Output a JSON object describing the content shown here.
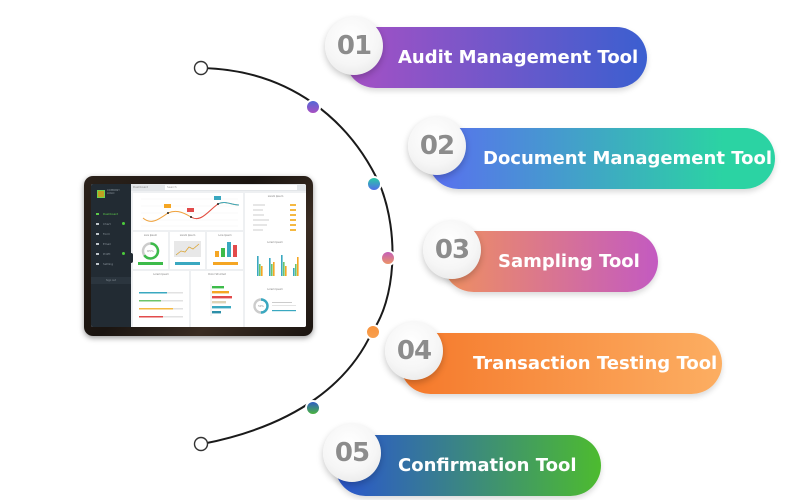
{
  "items": [
    {
      "number": "01",
      "label": "Audit Management Tool",
      "gradient": [
        "#a650c4",
        "#3b5fd0"
      ],
      "node_colors": [
        "#4b6ad8",
        "#b04cc0"
      ]
    },
    {
      "number": "02",
      "label": "Document Management Tool",
      "gradient": [
        "#5a6ef0",
        "#2bd3a3"
      ],
      "node_colors": [
        "#26d0a0",
        "#5566ee"
      ]
    },
    {
      "number": "03",
      "label": "Sampling Tool",
      "gradient": [
        "#ef9060",
        "#c35ac1"
      ],
      "node_colors": [
        "#c05ac0",
        "#ef9860"
      ]
    },
    {
      "number": "04",
      "label": "Transaction Testing Tool",
      "gradient": [
        "#f5782a",
        "#fcae62"
      ],
      "node_colors": [
        "#f8923c",
        "#f8a050"
      ]
    },
    {
      "number": "05",
      "label": "Confirmation Tool",
      "gradient": [
        "#2a55d0",
        "#4dbb2f"
      ],
      "node_colors": [
        "#2d56cf",
        "#4cbb32"
      ]
    }
  ],
  "dashboard": {
    "brand": "COMPANY LOGO",
    "nav": [
      {
        "label": "Dashboard",
        "active": true,
        "badge": false
      },
      {
        "label": "Chart",
        "active": false,
        "badge": true
      },
      {
        "label": "Form",
        "active": false,
        "badge": false
      },
      {
        "label": "Email",
        "active": false,
        "badge": false
      },
      {
        "label": "Profit",
        "active": false,
        "badge": true
      },
      {
        "label": "Setting",
        "active": false,
        "badge": false
      }
    ],
    "nav_footer": "Sign out",
    "breadcrumb": "Dashboard",
    "search_placeholder": "Search",
    "card_titles": [
      "Lore Ipsum",
      "Lorem Ipsum",
      "Lore Ipsum",
      "Lorem Ipsum",
      "Dolor Sit Amet",
      "Lorem Ipsum",
      "Lorem Ipsum",
      "Lorem Ipsum"
    ],
    "donut_1_value": "65%",
    "donut_2_value": "50%"
  }
}
